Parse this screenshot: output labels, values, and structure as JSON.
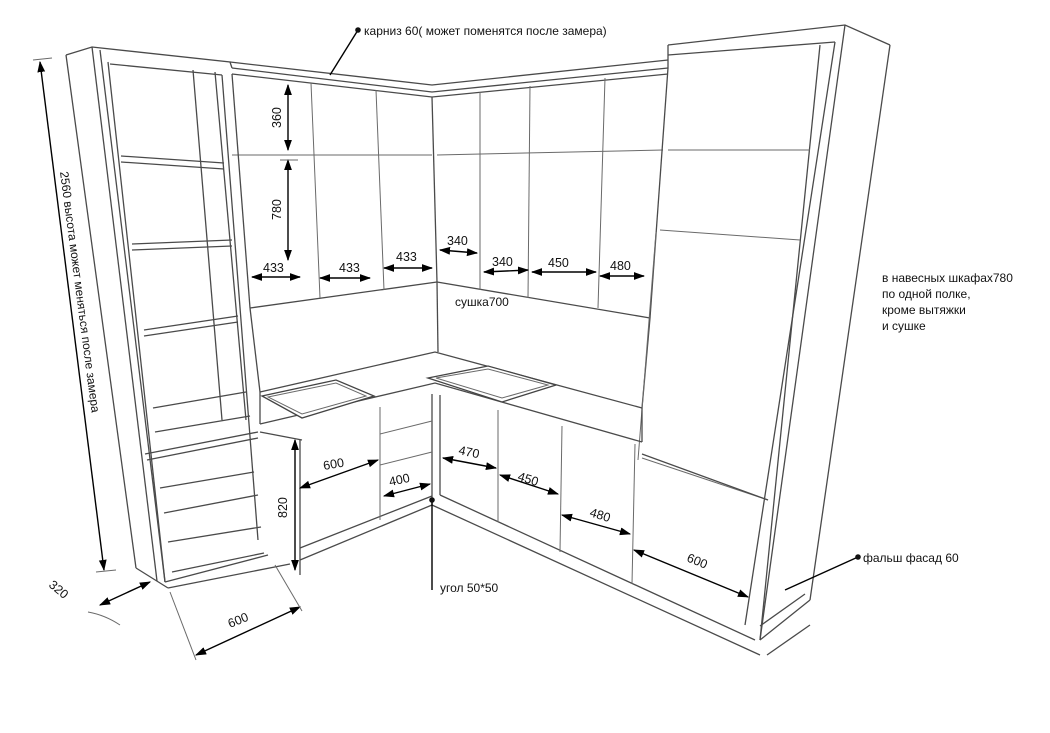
{
  "notes": {
    "cornice": "карниз 60( может поменятся после замера)",
    "height": "2560 высота может меняться после замера",
    "dryer": "сушка700",
    "wall_shelves": [
      "в навесных шкафах780",
      "по одной полке,",
      "кроме вытяжки",
      "и сушке"
    ],
    "corner_profile": "угол 50*50",
    "false_facade": "фальш фасад 60"
  },
  "dimensions": {
    "upper_top_height": "360",
    "upper_height": "780",
    "upper_left_widths": [
      "433",
      "433",
      "433"
    ],
    "upper_right_widths": [
      "340",
      "340",
      "450",
      "480"
    ],
    "base_height": "820",
    "base_left_widths": [
      "600",
      "400"
    ],
    "base_right_widths": [
      "470",
      "450",
      "480",
      "600"
    ],
    "tall_depth": "320",
    "tall_width": "600"
  }
}
